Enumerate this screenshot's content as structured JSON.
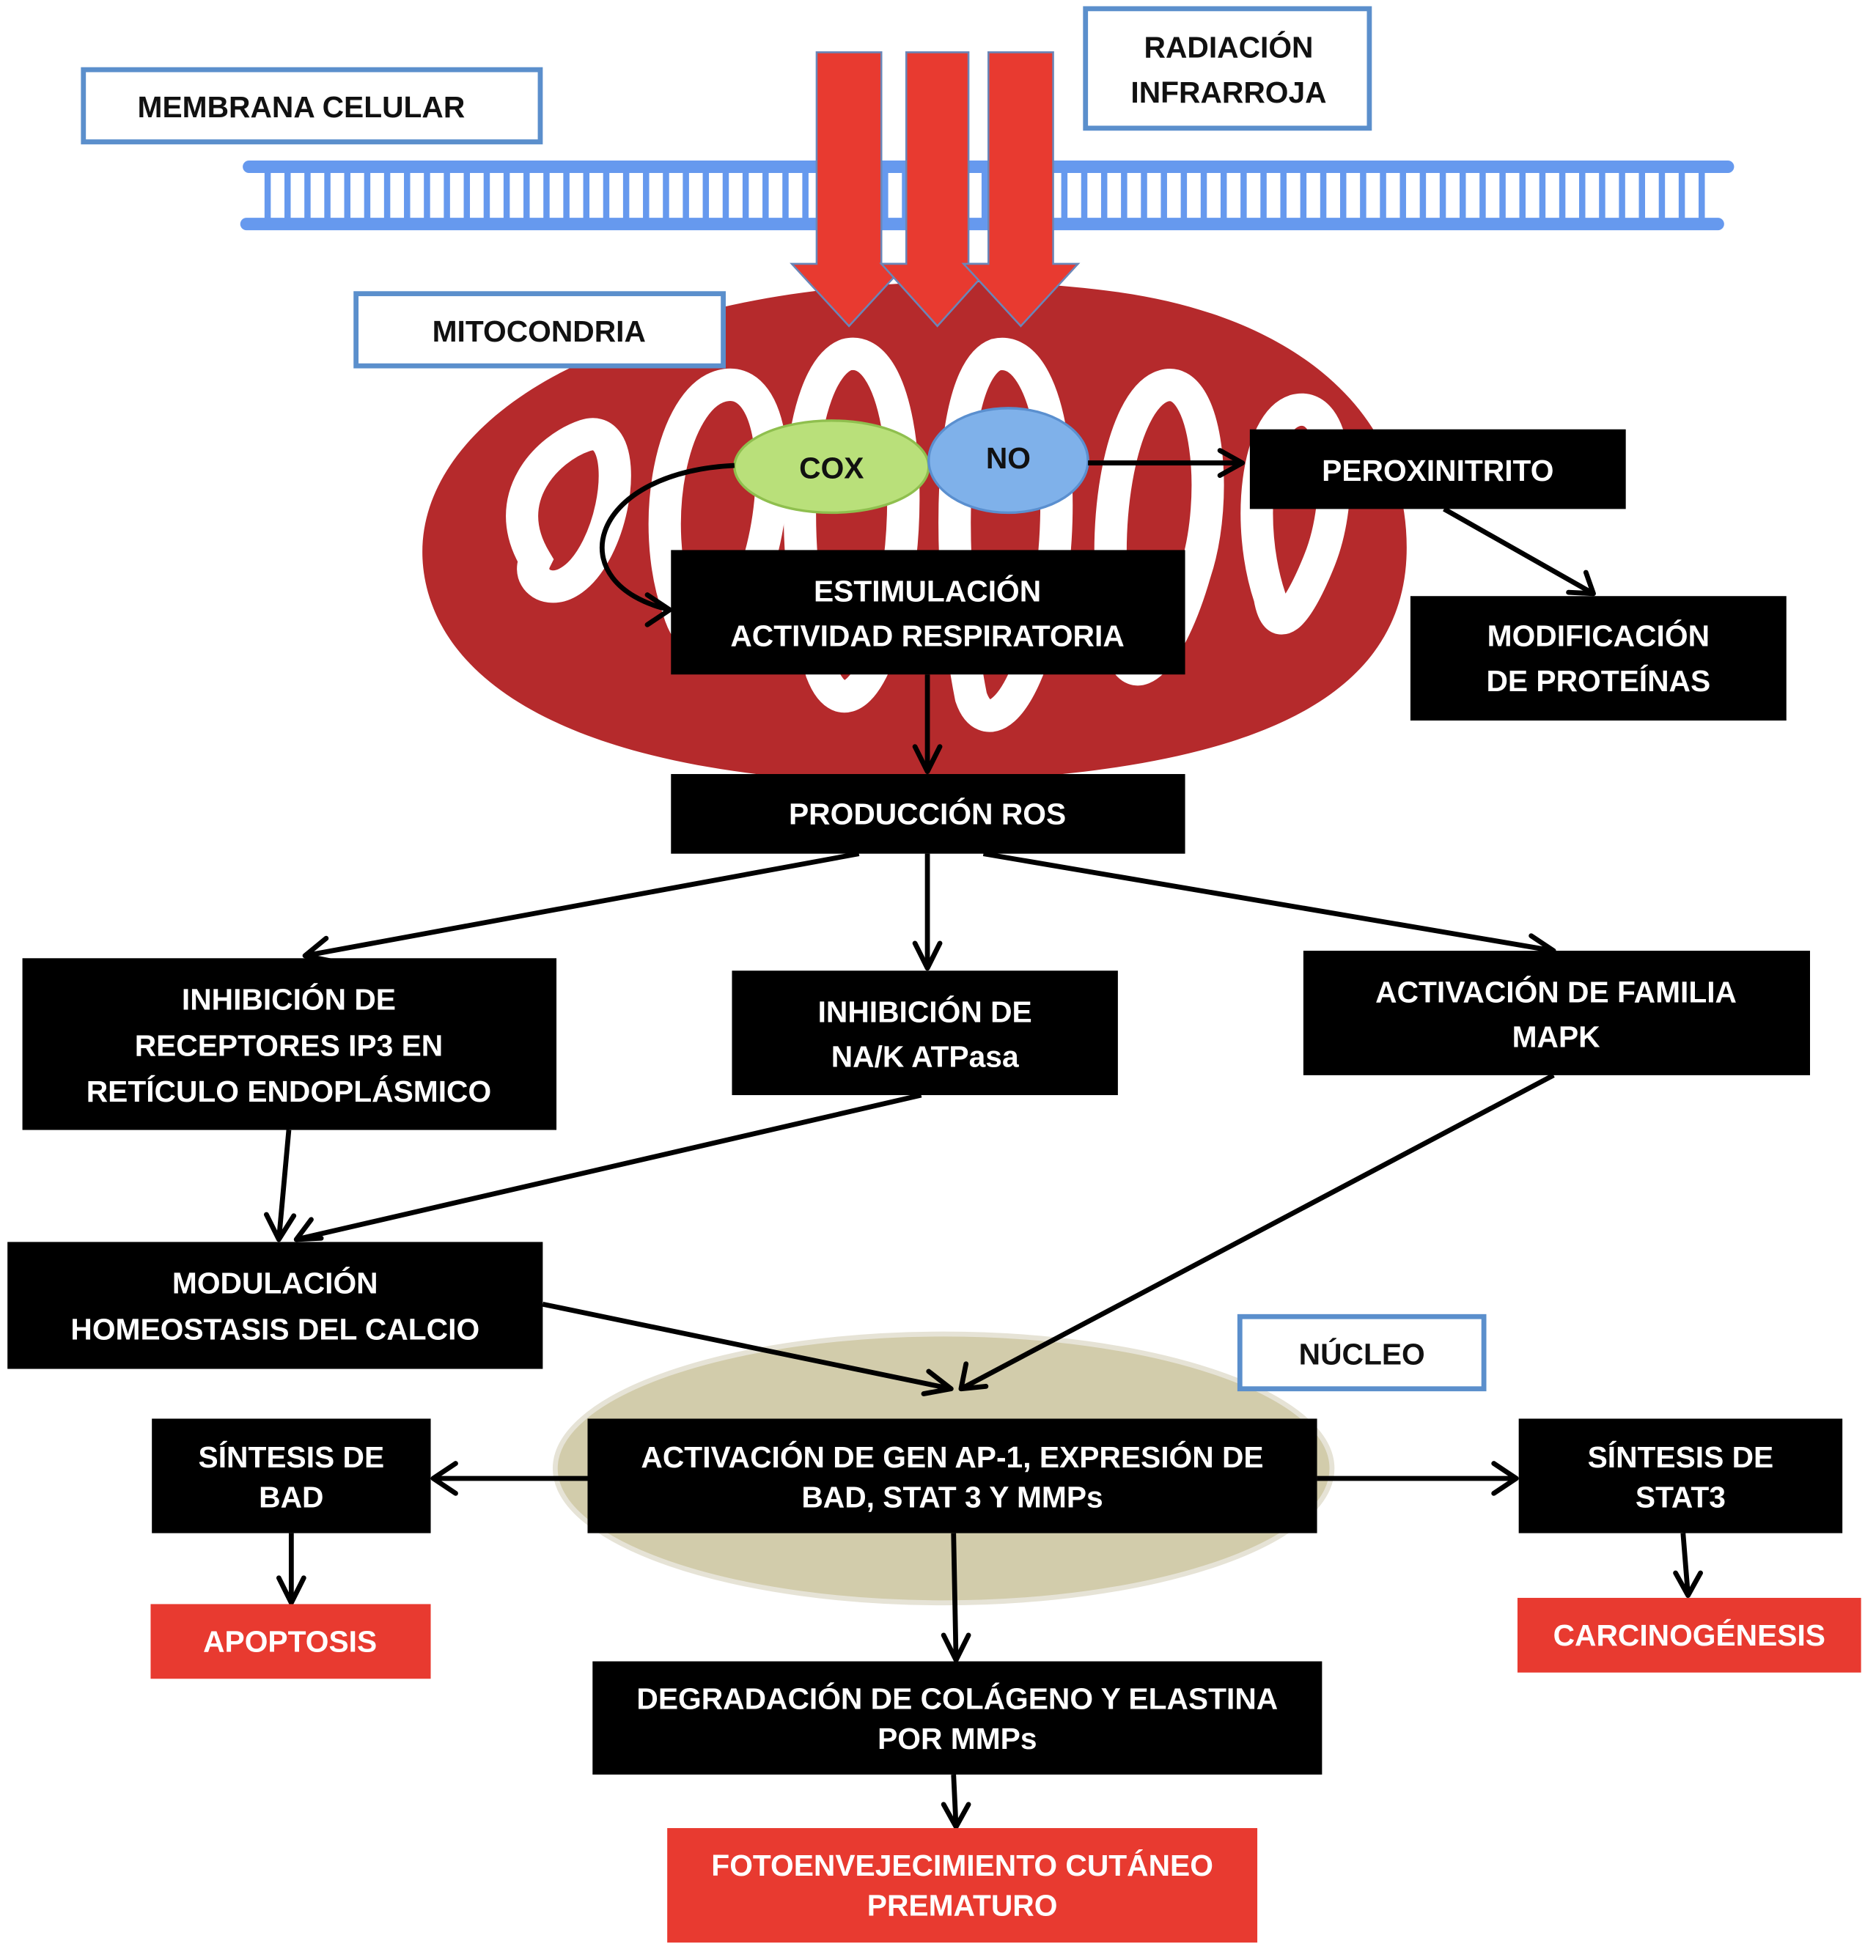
{
  "title": "Mecanismo de acción de la radiación infrarroja en la célula",
  "colors": {
    "membrane": "#6699ee",
    "label_border": "#5b8fcc",
    "infrared_arrow": "#e83a30",
    "mitochondria": "#b52a2c",
    "cox": "#b9e07a",
    "no": "#7fb1ea",
    "nucleus": "#d2ccab",
    "process_box": "#000000",
    "outcome_box": "#e83a30"
  },
  "labels": {
    "membrana": "MEMBRANA CELULAR",
    "radiacion": [
      "RADIACIÓN",
      "INFRARROJA"
    ],
    "mitocondria": "MITOCONDRIA",
    "nucleo": "NÚCLEO"
  },
  "molecules": {
    "cox": "COX",
    "no": "NO"
  },
  "nodes": {
    "peroxinitrito": [
      "PEROXINITRITO"
    ],
    "modificacion_proteinas": [
      "MODIFICACIÓN",
      "DE PROTEÍNAS"
    ],
    "estimulacion": [
      "ESTIMULACIÓN",
      "ACTIVIDAD RESPIRATORIA"
    ],
    "produccion_ros": [
      "PRODUCCIÓN ROS"
    ],
    "inhibicion_ip3": [
      "INHIBICIÓN DE",
      "RECEPTORES IP3 EN",
      "RETÍCULO ENDOPLÁSMICO"
    ],
    "inhibicion_atpasa": [
      "INHIBICIÓN DE",
      "NA/K ATPasa"
    ],
    "activacion_mapk": [
      "ACTIVACIÓN DE FAMILIA",
      "MAPK"
    ],
    "modulacion_calcio": [
      "MODULACIÓN",
      "HOMEOSTASIS DEL CALCIO"
    ],
    "activacion_ap1": [
      "ACTIVACIÓN DE GEN AP-1, EXPRESIÓN DE",
      "BAD, STAT 3 Y MMPs"
    ],
    "sintesis_bad": [
      "SÍNTESIS DE",
      "BAD"
    ],
    "sintesis_stat3": [
      "SÍNTESIS DE",
      "STAT3"
    ],
    "degradacion": [
      "DEGRADACIÓN DE COLÁGENO Y ELASTINA",
      "POR MMPs"
    ]
  },
  "outcomes": {
    "apoptosis": [
      "APOPTOSIS"
    ],
    "carcinogenesis": [
      "CARCINOGÉNESIS"
    ],
    "fotoenvejecimiento": [
      "FOTOENVEJECIMIENTO CUTÁNEO",
      "PREMATURO"
    ]
  },
  "edges": [
    {
      "from": "no",
      "to": "peroxinitrito"
    },
    {
      "from": "peroxinitrito",
      "to": "modificacion_proteinas"
    },
    {
      "from": "cox",
      "to": "estimulacion"
    },
    {
      "from": "estimulacion",
      "to": "produccion_ros"
    },
    {
      "from": "produccion_ros",
      "to": "inhibicion_ip3"
    },
    {
      "from": "produccion_ros",
      "to": "inhibicion_atpasa"
    },
    {
      "from": "produccion_ros",
      "to": "activacion_mapk"
    },
    {
      "from": "inhibicion_ip3",
      "to": "modulacion_calcio"
    },
    {
      "from": "inhibicion_atpasa",
      "to": "modulacion_calcio"
    },
    {
      "from": "modulacion_calcio",
      "to": "activacion_ap1"
    },
    {
      "from": "activacion_mapk",
      "to": "activacion_ap1"
    },
    {
      "from": "activacion_ap1",
      "to": "sintesis_bad"
    },
    {
      "from": "activacion_ap1",
      "to": "sintesis_stat3"
    },
    {
      "from": "activacion_ap1",
      "to": "degradacion"
    },
    {
      "from": "sintesis_bad",
      "to": "apoptosis"
    },
    {
      "from": "sintesis_stat3",
      "to": "carcinogenesis"
    },
    {
      "from": "degradacion",
      "to": "fotoenvejecimiento"
    }
  ]
}
